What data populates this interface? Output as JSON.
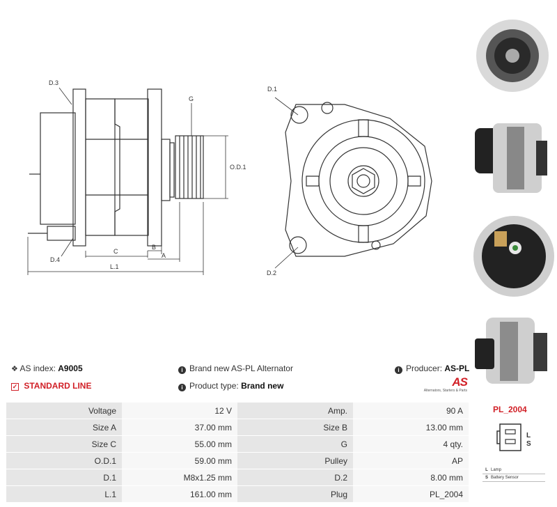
{
  "drawing": {
    "labels": {
      "d3": "D.3",
      "d4": "D.4",
      "g": "G",
      "od1": "O.D.1",
      "b": "B",
      "c": "C",
      "a": "A",
      "l1": "L.1",
      "d1": "D.1",
      "d2": "D.2"
    }
  },
  "info": {
    "as_index_label": "AS index:",
    "as_index_value": "A9005",
    "standard_line": "STANDARD LINE",
    "brand_new_text": "Brand new AS-PL Alternator",
    "product_type_label": "Product type:",
    "product_type_value": "Brand new",
    "producer_label": "Producer:",
    "producer_value": "AS-PL",
    "logo_text": "AS",
    "logo_tagline": "Alternators, Starters & Parts"
  },
  "spec": {
    "rows": [
      {
        "l1": "Voltage",
        "v1": "12 V",
        "l2": "Amp.",
        "v2": "90 A"
      },
      {
        "l1": "Size A",
        "v1": "37.00 mm",
        "l2": "Size B",
        "v2": "13.00 mm"
      },
      {
        "l1": "Size C",
        "v1": "55.00 mm",
        "l2": "G",
        "v2": "4 qty."
      },
      {
        "l1": "O.D.1",
        "v1": "59.00 mm",
        "l2": "Pulley",
        "v2": "AP"
      },
      {
        "l1": "D.1",
        "v1": "M8x1.25 mm",
        "l2": "D.2",
        "v2": "8.00 mm"
      },
      {
        "l1": "L.1",
        "v1": "161.00 mm",
        "l2": "Plug",
        "v2": "PL_2004"
      }
    ]
  },
  "plug": {
    "title": "PL_2004",
    "pin_l": "L",
    "pin_s": "S",
    "legend": [
      {
        "key": "L",
        "desc": "Lamp"
      },
      {
        "key": "S",
        "desc": "Battery Sensor"
      }
    ]
  },
  "colors": {
    "accent": "#d11f26",
    "line": "#333333"
  }
}
